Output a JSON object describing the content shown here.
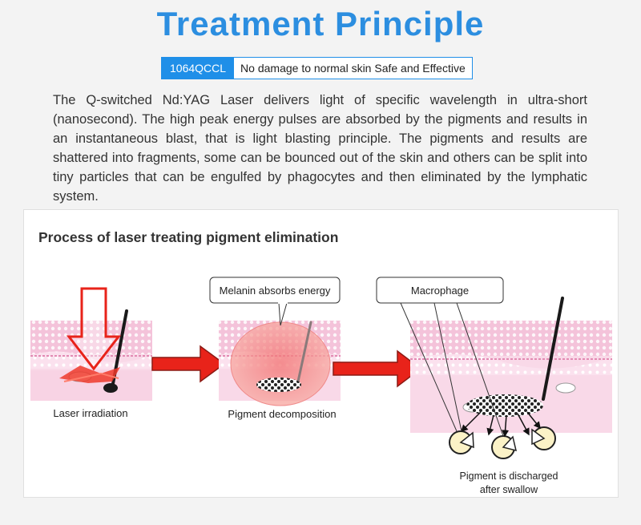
{
  "header": {
    "title": "Treatment Principle",
    "tag_label": "1064QCCL",
    "tag_text": "No damage to normal skin Safe and Effective"
  },
  "description": "The Q-switched Nd:YAG Laser delivers light of specific wavelength in ultra-short (nanosecond). The high peak energy pulses are absorbed by the pigments and results in an instantaneous blast, that is light blasting principle. The pigments and results are shattered into fragments, some can be bounced out of the skin and others can be split into tiny particles that can be engulfed by phagocytes and then eliminated by the lymphatic system.",
  "diagram": {
    "title": "Process of laser treating pigment elimination",
    "callout_melanin": "Melanin absorbs energy",
    "callout_macrophage": "Macrophage",
    "step1": "Laser irradiation",
    "step2": "Pigment decomposition",
    "step3_line1": "Pigment is discharged",
    "step3_line2": "after swallow"
  },
  "colors": {
    "title_blue": "#2c8ee0",
    "tag_blue": "#1f8fe8",
    "arrow_red": "#e8231a",
    "skin_pink": "#f6c4dc"
  }
}
